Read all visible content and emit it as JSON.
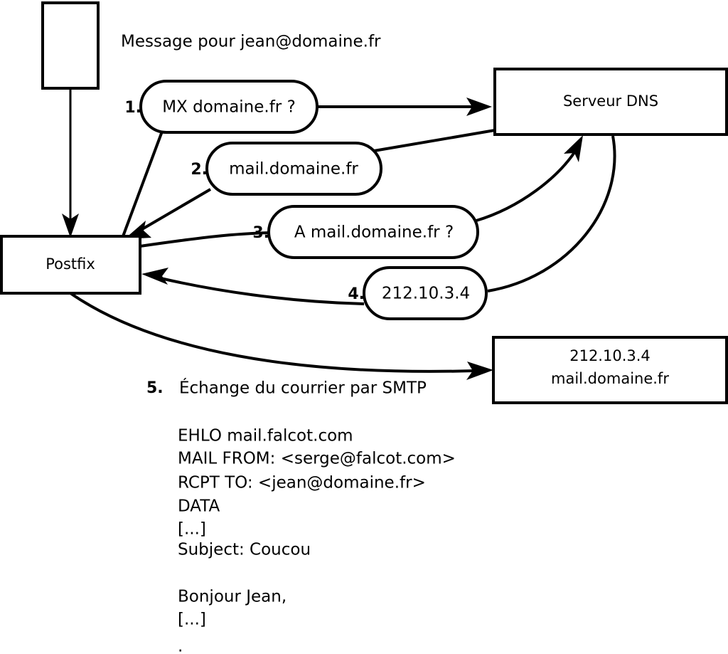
{
  "diagram": {
    "title_text": "Message pour jean@domaine.fr",
    "nodes": {
      "client": {
        "label": ""
      },
      "postfix": {
        "label": "Postfix"
      },
      "dns": {
        "label": "Serveur DNS"
      },
      "mailserver": {
        "line1": "212.10.3.4",
        "line2": "mail.domaine.fr"
      }
    },
    "steps": [
      {
        "num": "1.",
        "label": "MX domaine.fr ?"
      },
      {
        "num": "2.",
        "label": "mail.domaine.fr"
      },
      {
        "num": "3.",
        "label": "A mail.domaine.fr ?"
      },
      {
        "num": "4.",
        "label": "212.10.3.4"
      }
    ],
    "step5": {
      "num": "5.",
      "label": "Échange du courrier par SMTP"
    },
    "transcript": [
      "EHLO mail.falcot.com",
      "MAIL FROM: <serge@falcot.com>",
      "RCPT TO: <jean@domaine.fr>",
      "DATA",
      "[...]",
      "Subject: Coucou",
      "",
      "Bonjour Jean,",
      "[...]",
      "."
    ],
    "colors": {
      "stroke": "#000000",
      "fill": "#ffffff",
      "text": "#000000"
    }
  }
}
